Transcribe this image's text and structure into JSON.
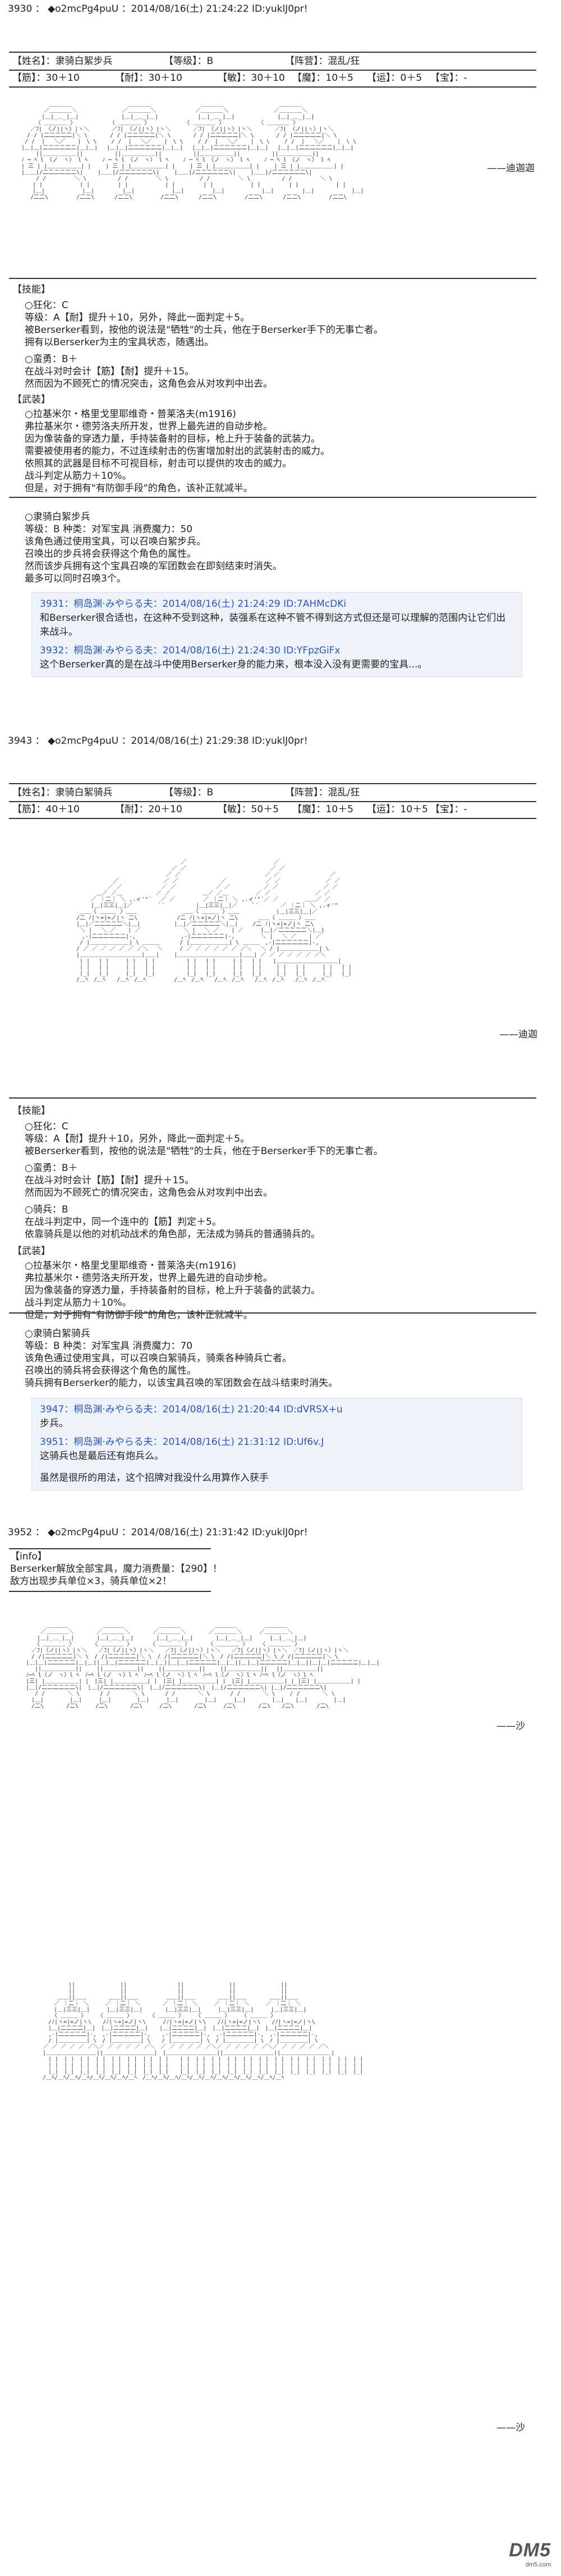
{
  "posts": [
    {
      "header": "3930 ： ◆o2mcPg4puU ：2014/08/16(土) 21:24:22 ID:yuklJ0pr!",
      "status": {
        "row1": [
          "【姓名】：隶骑白絮步兵",
          "【等级】：B",
          "【阵营】：混乱/狂"
        ],
        "row2": [
          "【筋】：30＋10",
          "【耐】：30＋10",
          "【敏】：30＋10",
          "【魔】：10＋5",
          "【运】：0＋5",
          "【宝】：-"
        ]
      },
      "arrow_label": "——迪迦迦",
      "skills_title": "【技能】",
      "skills": [
        {
          "name": "○狂化：C",
          "lines": [
            "等级：A【耐】提升＋10，另外，降此一面判定＋5。",
            "被Berserker看到，按他的说法是\"牺牲\"的士兵，他在于Berserker手下的无事亡者。",
            "拥有以Berserker为主的宝具状态，随遇出。"
          ]
        },
        {
          "name": "○蛮勇：B＋",
          "lines": [
            "在战斗对时会计【筋】【耐】提升＋15。",
            "然而因为不顾死亡的情况突击，这角色会从对攻判中出去。"
          ]
        }
      ],
      "np_title": "【武装】",
      "np": [
        {
          "name": "○拉基米尔・格里戈里耶维奇・普莱洛夫(m1916)",
          "lines": [
            "弗拉基米尔・德劳洛夫所开发，世界上最先进的自动步枪。",
            "因为像装备的穿透力量，手持装备射的目标，枪上升于装备的武装力。",
            "需要被使用者的能力，不过连续射击的伤害增加射出的武装射击的威力。",
            "依照其的武器是目标不可视目标，射击可以提供的攻击的威力。",
            "战斗判定从筋力＋10%。",
            "但是，对于拥有\"有防御手段\"的角色，该补正就减半。"
          ]
        }
      ],
      "np2": {
        "name": "○隶骑白絮步兵",
        "lines": [
          "等级：B  种类：对军宝具  消费魔力：50",
          "该角色通过使用宝具，可以召唤白絮步兵。",
          "召唤出的步兵将会获得这个角色的属性。",
          "然而该步兵拥有这个宝具召唤的军团数会在即刻结束时消失。",
          "最多可以同时召唤3个。"
        ]
      },
      "quote": [
        {
          "meta": "3931：桐岛渊·みやらる夫：2014/08/16(土) 21:24:29 ID:7AHMcDKi",
          "text": "和Berserker很合适也，在这种不受到这种，装强系在这种不管不得到这方式但还是可以理解的范围内让它们出来战斗。"
        },
        {
          "meta": "3932：桐岛渊·みやらる夫：2014/08/16(土) 21:24:30 ID:YFpzGiFx",
          "text": "这个Berserker真的是在战斗中使用Berserker身的能力来，根本没入没有更需要的宝具...。"
        }
      ]
    },
    {
      "header": "3943 ： ◆o2mcPg4puU ：2014/08/16(土) 21:29:38 ID:yuklJ0pr!",
      "status": {
        "row1": [
          "【姓名】：隶骑白絮骑兵",
          "【等级】：B",
          "【阵营】：混乱/狂"
        ],
        "row2": [
          "【筋】：40＋10",
          "【耐】：20＋10",
          "【敏】：50＋5",
          "【魔】：10＋5",
          "【运】：10＋5",
          "【宝】：-"
        ]
      },
      "arrow_label": "——迪迦",
      "skills_title": "【技能】",
      "skills": [
        {
          "name": "○狂化：C",
          "lines": [
            "等级：A【耐】提升＋10，另外，降此一面判定＋5。",
            "被Berserker看到，按他的说法是\"牺牲\"的士兵，他在于Berserker手下的无事亡者。"
          ]
        },
        {
          "name": "○蛮勇：B＋",
          "lines": [
            "在战斗对时会计【筋】【耐】提升＋15。",
            "然而因为不顾死亡的情况突击，这角色会从对攻判中出去。"
          ]
        },
        {
          "name": "○骑兵：B",
          "lines": [
            "在战斗判定中，同一个连中的【筋】判定＋5。",
            "依靠骑兵是以他的对机动战术的角色部，无法成为骑兵的普通骑兵的。"
          ]
        }
      ],
      "np_title": "【武装】",
      "np": [
        {
          "name": "○拉基米尔・格里戈里耶维奇・普莱洛夫(m1916)",
          "lines": [
            "弗拉基米尔・德劳洛夫所开发，世界上最先进的自动步枪。",
            "因为像装备的穿透力量，手持装备射的目标，枪上升于装备的武装力。",
            "战斗判定从筋力＋10%。",
            "但是，对于拥有\"有防御手段\"的角色，该补正就减半。"
          ]
        }
      ],
      "np2": {
        "name": "○隶骑白絮骑兵",
        "lines": [
          "等级：B  种类：对军宝具  消费魔力：70",
          "该角色通过使用宝具，可以召唤白絮骑兵，骑乘各种骑兵亡者。",
          "召唤出的骑兵将会获得这个角色的属性。",
          "骑兵拥有Berserker的能力，以该宝具召唤的军团数会在战斗结束时消失。"
        ]
      },
      "quote": [
        {
          "meta": "3947：桐岛渊·みやらる夫：2014/08/16(土) 21:20:44 ID:dVRSX+u",
          "text": "步兵。"
        },
        {
          "meta": "3951：桐岛渊·みやらる夫：2014/08/16(土) 21:31:12 ID:Uf6v.J",
          "text": "这骑兵也是最后还有炮兵么。"
        },
        {
          "meta": "",
          "text": "虽然是很所的用法，这个招牌对我没什么用算作入获手"
        }
      ]
    },
    {
      "header": "3952 ： ◆o2mcPg4puU ：2014/08/16(土) 21:31:42 ID:yuklJ0pr!",
      "info_title": "【info】",
      "info": [
        "Berserker解放全部宝具，魔力消费量：【290】！",
        "敌方出现步兵单位×3，骑兵单位×2！"
      ],
      "arrow_label_a": "——沙",
      "arrow_label_b": "——沙"
    }
  ],
  "watermark": {
    "logo": "DM5",
    "sub": "dm5.com"
  }
}
